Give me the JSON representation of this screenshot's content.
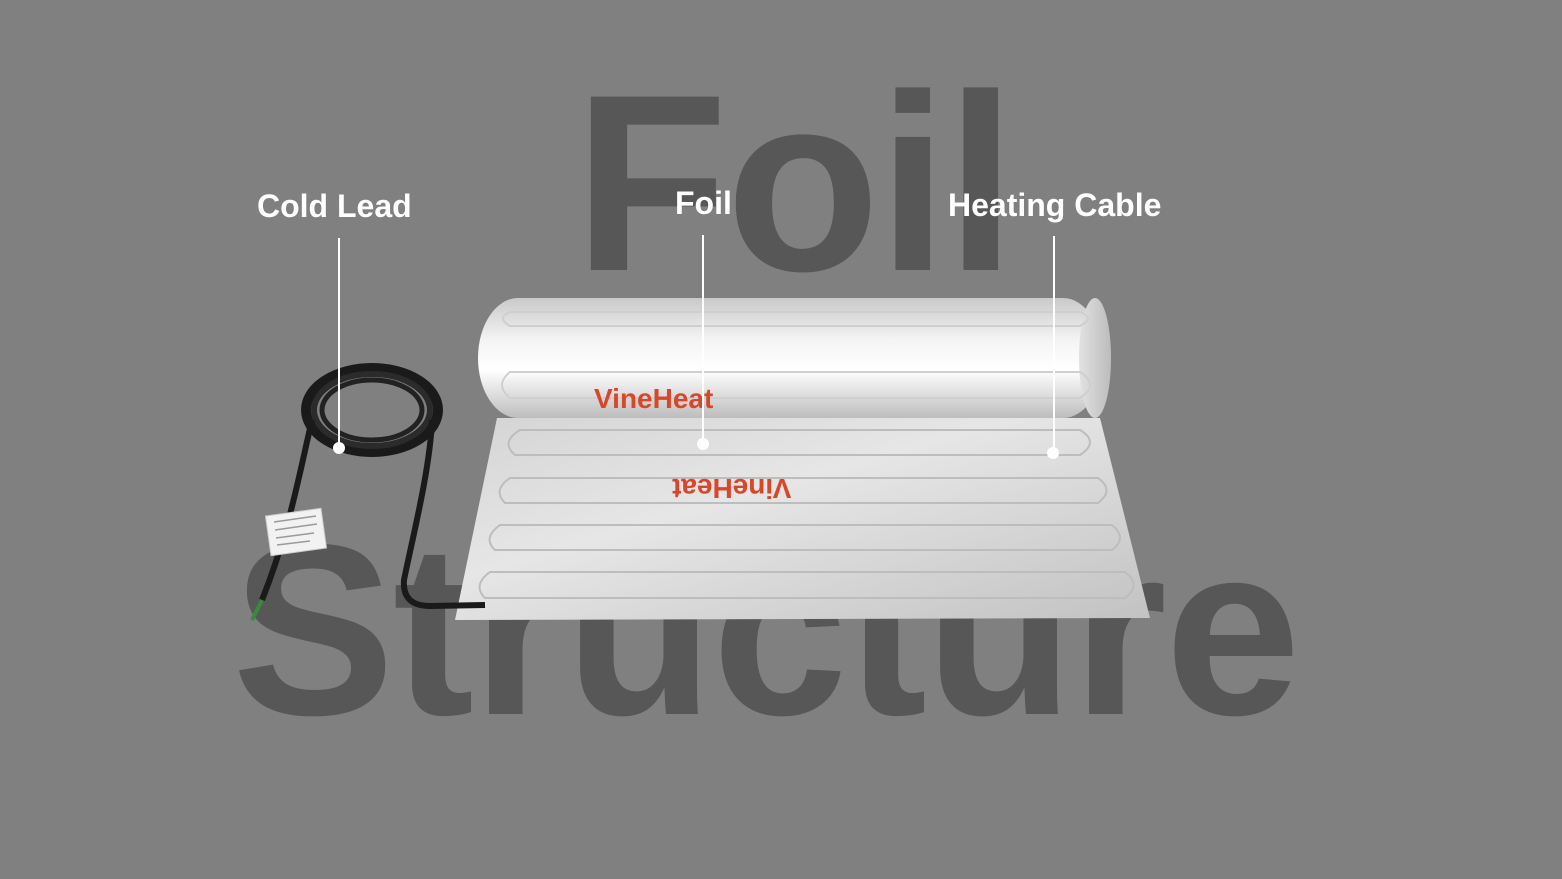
{
  "background": {
    "word_top": "Foil",
    "word_bottom": "Structure",
    "color": "#808080",
    "word_color": "#575757"
  },
  "callouts": {
    "cold_lead": "Cold Lead",
    "foil": "Foil",
    "heating_cable": "Heating Cable"
  },
  "product": {
    "brand": "VineHeat",
    "brand_color": "#d9472b"
  }
}
